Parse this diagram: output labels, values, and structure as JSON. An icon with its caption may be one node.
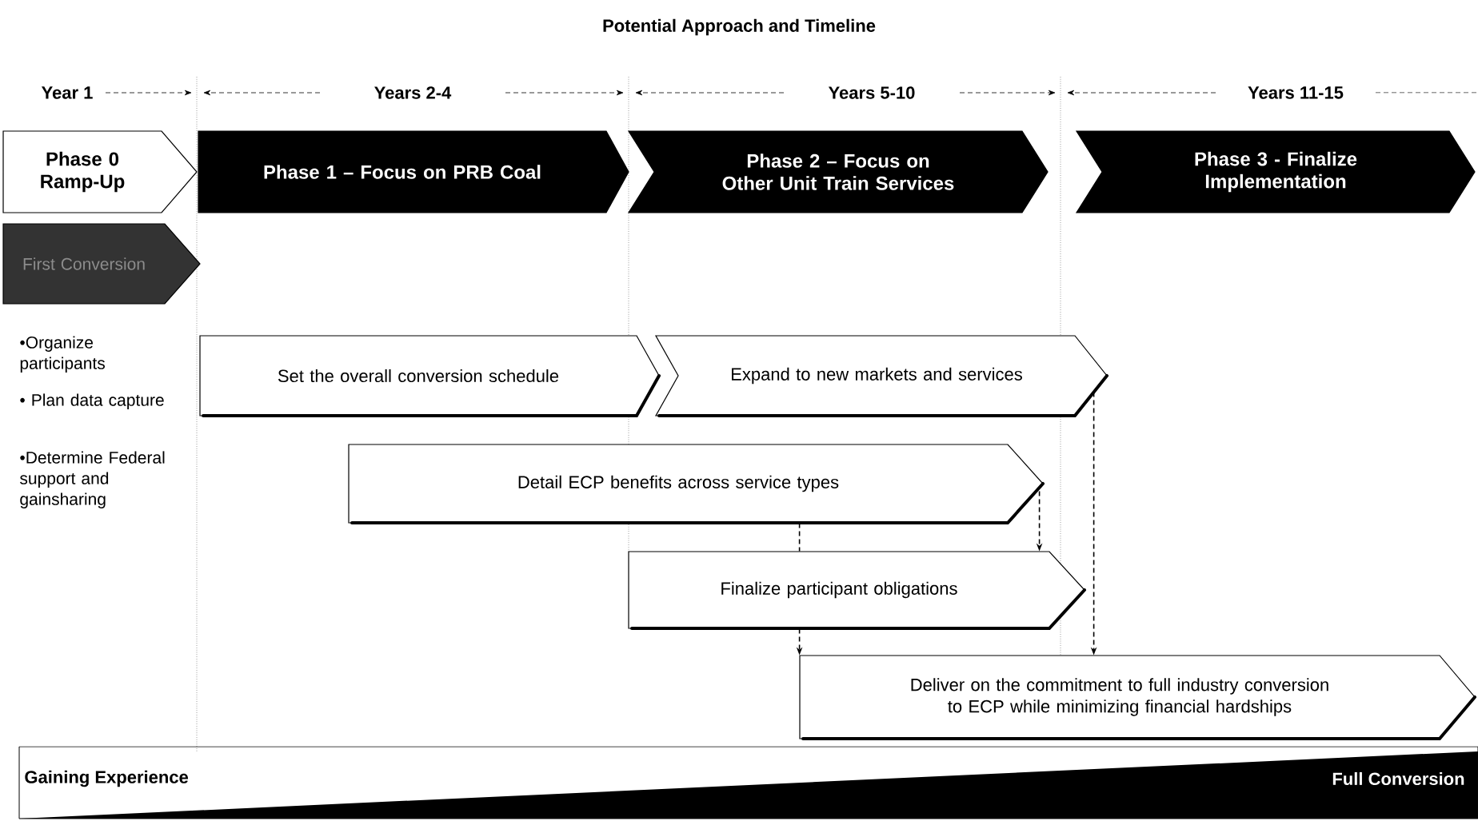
{
  "diagram": {
    "title": "Potential Approach and Timeline",
    "nodes": [
      {
        "text": [
          "Phase 0 Ramp-Up"
        ]
      },
      {
        "text": [
          "Phase 1 – Focus on PRB Coal"
        ]
      },
      {
        "text": [
          "Phase 2 – Focus on Other Unit Train Services"
        ]
      },
      {
        "text": [
          "Phase 3 - Finalize Implementation"
        ]
      },
      {
        "text": [
          "First Conversion"
        ]
      },
      {
        "text": [
          "Set the overall conversion schedule"
        ]
      },
      {
        "text": [
          "Expand to new markets and services"
        ]
      },
      {
        "text": [
          "Detail ECP benefits across service types"
        ]
      },
      {
        "text": [
          "Finalize participant obligations"
        ]
      },
      {
        "text": [
          "Deliver on the commitment to full industry conversion to ECP while minimizing financial hardships"
        ]
      },
      {
        "text": [
          "Gaining Experience",
          "Full Conversion"
        ]
      }
    ],
    "edges": [
      {
        "from": 7,
        "to": 8,
        "arrow": "to",
        "style": "dashed"
      },
      {
        "from": 7,
        "to": 8,
        "arrow": "none",
        "style": "dashed"
      },
      {
        "from": 8,
        "to": 9,
        "arrow": "to",
        "style": "dashed"
      },
      {
        "from": 6,
        "to": 9,
        "arrow": "to",
        "style": "dashed"
      }
    ],
    "labels": [
      "Year 1",
      "Years 2-4",
      "Years 5-10",
      "Years 11-15",
      "•Organize participants",
      "• Plan data capture",
      "•Determine Federal support and gainsharing"
    ]
  }
}
